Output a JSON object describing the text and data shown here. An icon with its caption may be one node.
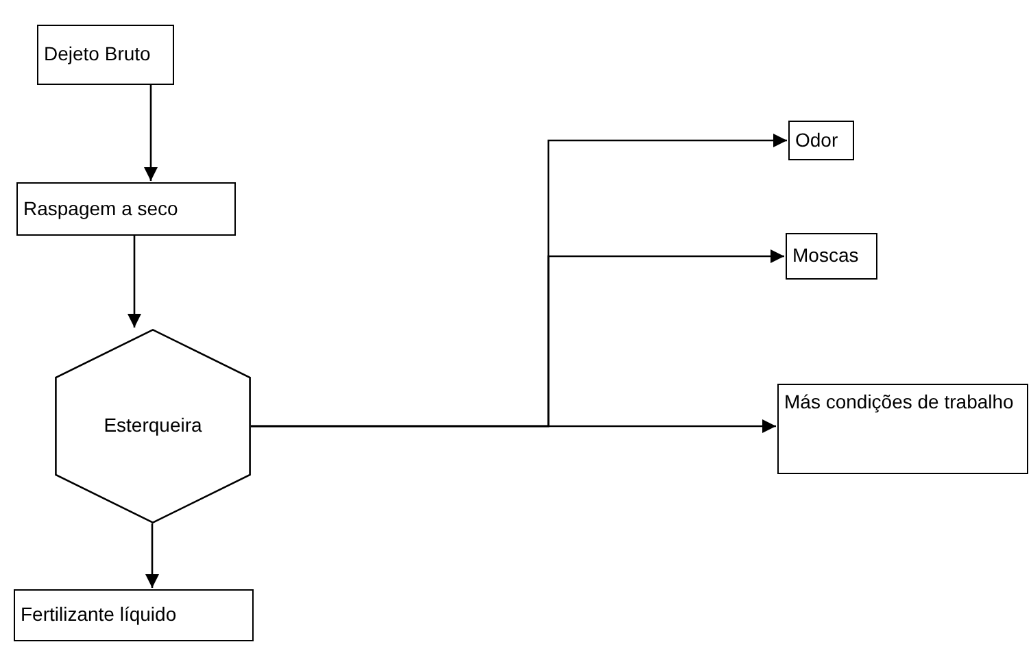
{
  "diagram": {
    "nodes": [
      {
        "text": [
          "Dejeto Bruto"
        ]
      },
      {
        "text": [
          "Raspagem a seco"
        ]
      },
      {
        "text": [
          "Esterqueira"
        ]
      },
      {
        "text": [
          "Fertilizante líquido"
        ]
      },
      {
        "text": [
          "Odor"
        ]
      },
      {
        "text": [
          "Moscas"
        ]
      },
      {
        "text": [
          "Más condições de trabalho"
        ]
      }
    ],
    "edges": [
      {
        "from": 0,
        "to": 1,
        "arrow": "to"
      },
      {
        "from": 1,
        "to": 2,
        "arrow": "to"
      },
      {
        "from": 2,
        "to": 3,
        "arrow": "to"
      },
      {
        "from": 2,
        "to": 4,
        "arrow": "to"
      },
      {
        "from": 2,
        "to": 5,
        "arrow": "to"
      },
      {
        "from": 2,
        "to": 6,
        "arrow": "to"
      }
    ]
  }
}
